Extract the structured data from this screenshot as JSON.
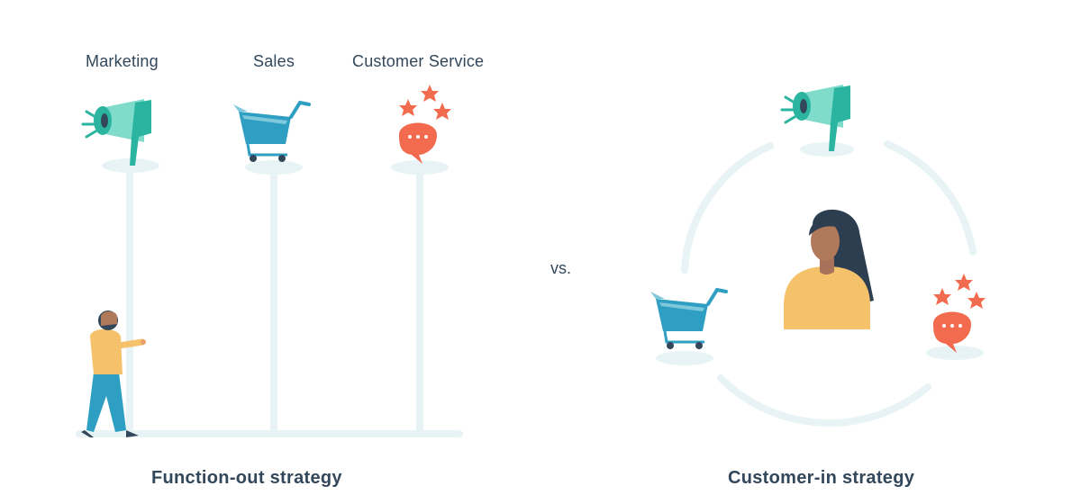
{
  "left": {
    "columns": [
      {
        "label": "Marketing",
        "icon": "megaphone-icon"
      },
      {
        "label": "Sales",
        "icon": "shopping-cart-icon"
      },
      {
        "label": "Customer Service",
        "icon": "chat-stars-icon"
      }
    ],
    "caption": "Function-out strategy"
  },
  "separator": "vs.",
  "right": {
    "caption": "Customer-in strategy",
    "center": "customer-avatar",
    "around": [
      "megaphone-icon",
      "shopping-cart-icon",
      "chat-stars-icon"
    ]
  },
  "colors": {
    "teal": "#2bb5a0",
    "teal_light": "#7fdccb",
    "blue": "#2e9fc2",
    "orange": "#f26b4f",
    "yellow": "#f5c26b",
    "dark": "#33475b",
    "pale": "#e8f3f6"
  }
}
